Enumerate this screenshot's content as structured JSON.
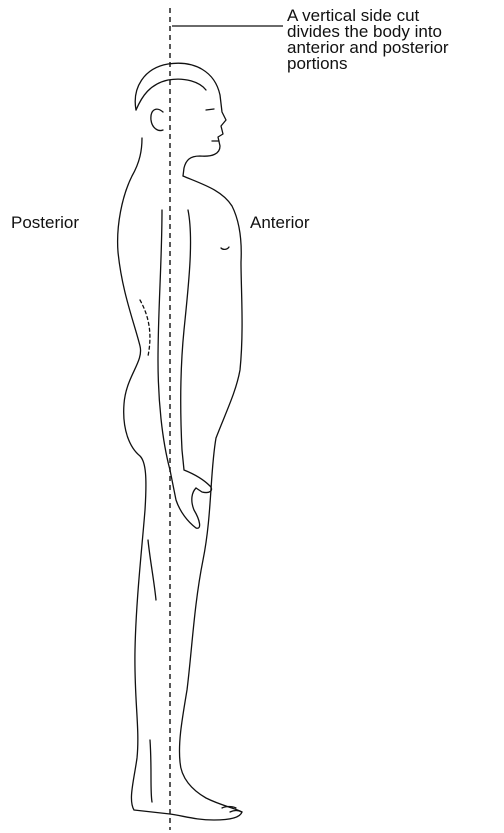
{
  "diagram": {
    "callout_lines": [
      "A vertical side cut",
      "divides the body into",
      "anterior and posterior",
      "portions"
    ],
    "left_label": "Posterior",
    "right_label": "Anterior",
    "line_color": "#111111"
  }
}
